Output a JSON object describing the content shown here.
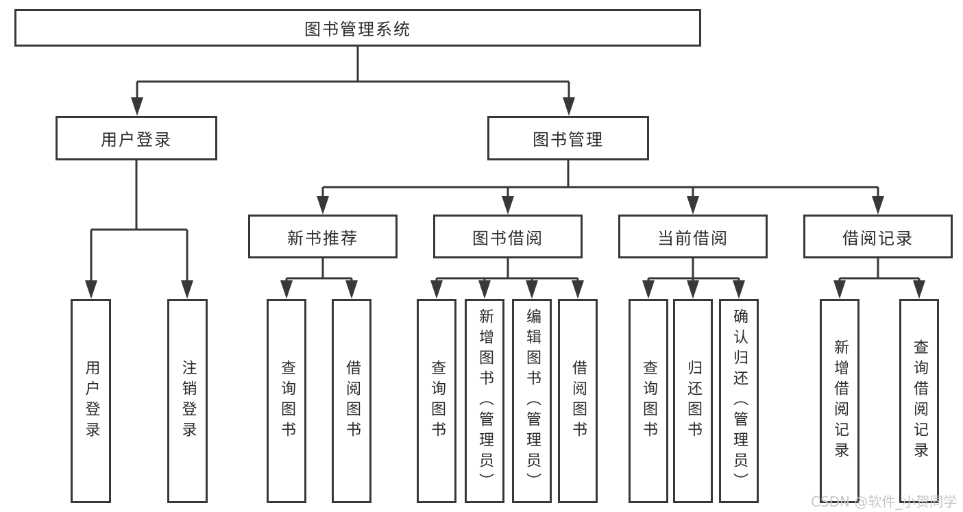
{
  "tree": {
    "label": "图书管理系统",
    "children": [
      {
        "label": "用户登录",
        "children": [
          {
            "label": "用户登录"
          },
          {
            "label": "注销登录"
          }
        ]
      },
      {
        "label": "图书管理",
        "children": [
          {
            "label": "新书推荐",
            "children": [
              {
                "label": "查询图书"
              },
              {
                "label": "借阅图书"
              }
            ]
          },
          {
            "label": "图书借阅",
            "children": [
              {
                "label": "查询图书"
              },
              {
                "label": "新增图书（管理员）"
              },
              {
                "label": "编辑图书（管理员）"
              },
              {
                "label": "借阅图书"
              }
            ]
          },
          {
            "label": "当前借阅",
            "children": [
              {
                "label": "查询图书"
              },
              {
                "label": "归还图书"
              },
              {
                "label": "确认归还（管理员）"
              }
            ]
          },
          {
            "label": "借阅记录",
            "children": [
              {
                "label": "新增借阅记录"
              },
              {
                "label": "查询借阅记录"
              }
            ]
          }
        ]
      }
    ]
  },
  "watermark": {
    "text": "CSDN @软件_小贺同学"
  },
  "colors": {
    "line": "#383838",
    "node_border": "#383838",
    "text": "#2b2b2b",
    "watermark": "#c8c8c8",
    "background": "#ffffff"
  }
}
